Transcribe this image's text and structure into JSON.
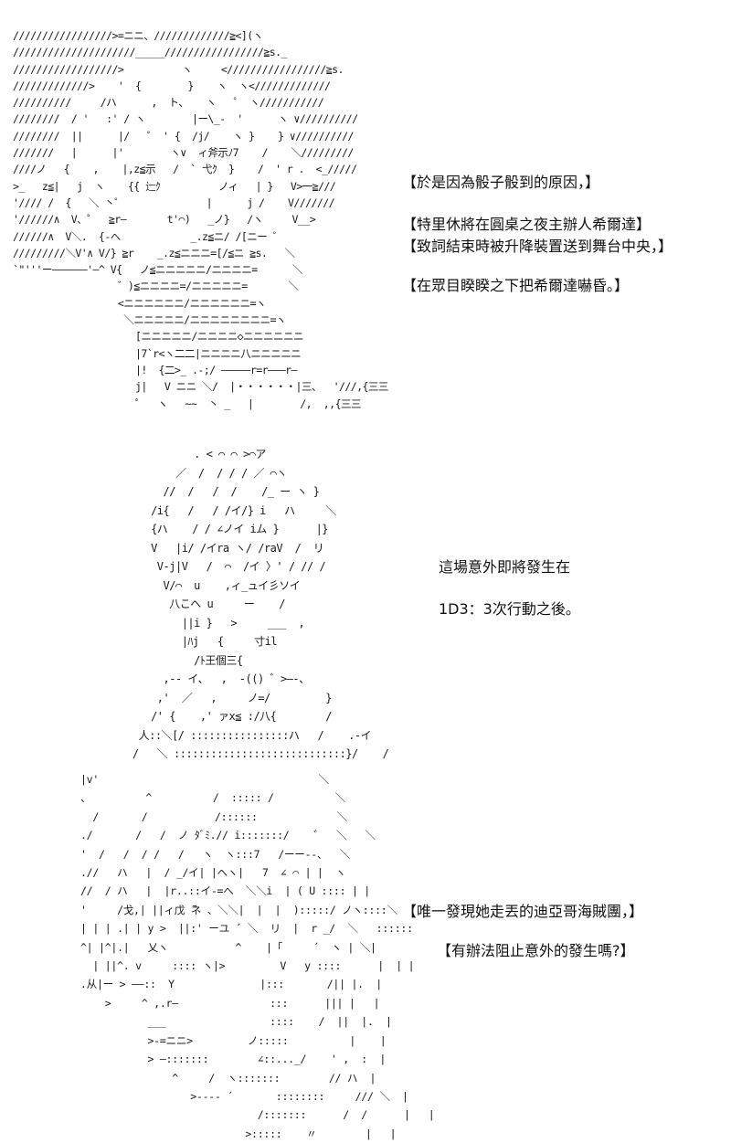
{
  "panel1": {
    "ascii_art": "/////////////////>=ニニ、/////////////≧<](ヽ\n/////////////////////_____/////////////////≧s._\n//////////////////>          ヽ     </////////////////≧s.\n/////////////>    '  {        }    ヽ  ヽ</////////////\n//////////     /ハ      ,  ト、   ヽ   ゜ ヽ///////////\n////////  / '   :' / ヽ        |ー\\_-  '      ヽ ∨//////////\n////////  ||      |/   ゜ ' {  /j/    ヽ }    } ∨//////////\n///////   |      |'        ヽ∨  ィ斧示ﾉ7    /    ＼/////////\n////ノ   {    ,    |,z≦示   /  ` 弋ｸ  }    /  ' r .  <_/////\n>_   z≦|   j  ヽ    {{ 辷ｸ          ノィ   | }   V>一≧///\n'//// /  {   ＼ 丶゜              |      j /    V///////\n'//////∧  V、゜  ≧r―       t'⌒)   _ノ}   /ヽ     V__>\n//////∧  V＼.  {-へ            _.z≦ニ/ /[ニー ゜      \n/////////＼V'∧ V/} ≧r    _.z≦ニニニ=[/≦ニ ≧s.   ＼\n`\"'''ー――――――'―^ V{   ノ≦ニニニニニ/ニニニニ=      ＼\n                  ゛)≦ニニニニ=/ニニニニニ=       ＼\n                  <ニニニニニニ/ニニニニニニ=ヽ\n                   ＼ニニニニニ/ニニニニニニニニ=ヽ\n                     [ニニニニニ/ニニニニ◇ニニニニニニ\n                     |7`r<ヽ二二|ニニニニ八ニニニニニ\n                     |!  {二>_ .-;/ ―――――r=r―――r―\n                     j|   V ニニ ＼/  |・・・・・・|三、  '///,{三三\n                     ﾟ   ヽ   ~~  丶 _   |        /,  ,,{三三",
    "captions": [
      "【於是因為骰子骰到的原因，】",
      "【特里休將在圓桌之夜主辦人希爾達】",
      "【致詞結束時被升降裝置送到舞台中央，】",
      "【在眾目睽睽之下把希爾達嚇昏。】"
    ]
  },
  "panel2": {
    "ascii_art": "              . < ⌒ ⌒ >⌒ア\n           ／  /  / / / ／ ⌒ヽ\n         //  /   /  /    /_ ー ヽ }\n       /i{   /   / /イ/} i   ハ     ＼\n       {ハ    / / ∠ノイ iム }      |}\n       V   |i/ /イra ヽ/ /raV  /  リ\n        V-j|V   /  ⌒  /イ 〉' / // /\n         V/⌒  u    ,ィ_ュイ彡ソイ\n          八こへ u     ー    /\n            ||i }   >     ___  ,\n            |ﾊj   {     寸il\n              /ﾄ王個三{\n         ,-‐ イ、  ,  -(() ゛>―-、\n        ,'  ／   ,     ノ=/         }\n       /' {    ,' ァx≦ :/八{        /\n     人::＼[/ ::::::::::::::::ハ   /    .-イ\n    /   ＼ ::::::::::::::::::::::::::::}/    /",
    "captions": [
      "這場意外即將發生在",
      "1D3：3次行動之後。"
    ]
  },
  "panel3": {
    "ascii_art": "|v'                                    ＼\n、         ^          /  ::::: /          ＼\n  /       /           /::::::             ＼\n./       /   /  ノ ﾀﾞﾐ.// i:::::::/    ゛  ＼   ＼\n'  /   /  / /   /   ヽ  ヽ:::7   /ーー--、  ＼\n.//   ハ   |  / _/イ| |ヘヽ|   7  ∠ ⌒ | |  ヽ\n//  / ハ   |  |r..::イ-=へ  ＼＼i  | ( U :::: | |\n'     /戈,| ||ィ戊 ̄ネ 、＼＼|  |  |  ):::::/ ノヽ::::＼\n| | | .| | y >  ||:' ーユ ´ ＼  リ  |  r _/  ＼   ::::::\n^| |^|.|   乂ヽ           ^    |「     ´  ヽ | ＼|\n  | ||^. v     :::: ヽ|>         V   y ::::      |  | |\n.从|ー > ――::  Y              |:::       /|| |.  |\n    >     ^ ,.r―               :::      ||| |   |\n           ___                 ::::    /  ||  |.  |\n           >-=ニニ>         ノ:::::          |    |\n           > ―:::::::        ∠::..._/    ' ,  :  |\n               ^     /  ヽ:::::::        // ハ  |\n                  >---- ´       ::::::::     /// ＼  |\n                             /:::::::      /  /      |   |\n                           >:::::    〃        |   |",
    "captions": [
      "【唯一發現她走丟的迪亞哥海賊團，】",
      "【有辦法阻止意外的發生嗎?】"
    ]
  }
}
